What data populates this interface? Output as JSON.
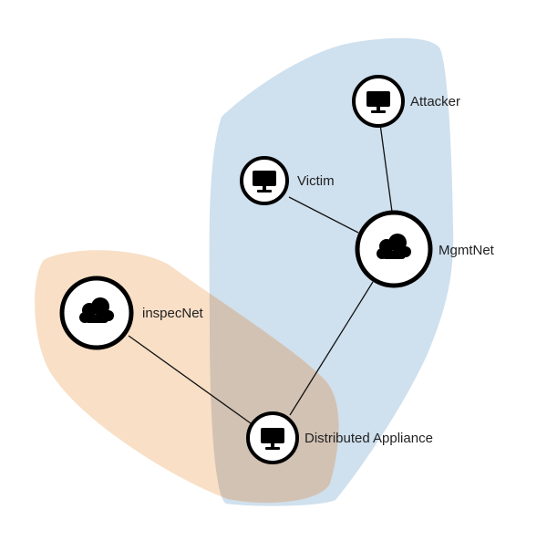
{
  "colors": {
    "mgmt_zone": "#cfe0ee",
    "inspec_zone": "#f8dfc6",
    "overlap": "#d2c2b3",
    "edge": "#111111",
    "node_fill": "#ffffff",
    "node_stroke": "#000000",
    "icon": "#000000"
  },
  "nodes": [
    {
      "id": "attacker",
      "label": "Attacker",
      "icon": "monitor-icon"
    },
    {
      "id": "victim",
      "label": "Victim",
      "icon": "monitor-icon"
    },
    {
      "id": "mgmtnet",
      "label": "MgmtNet",
      "icon": "cloud-icon"
    },
    {
      "id": "inspecnet",
      "label": "inspecNet",
      "icon": "cloud-icon"
    },
    {
      "id": "appliance",
      "label": "Distributed Appliance",
      "icon": "monitor-icon"
    }
  ],
  "edges": [
    {
      "from": "attacker",
      "to": "mgmtnet"
    },
    {
      "from": "victim",
      "to": "mgmtnet"
    },
    {
      "from": "mgmtnet",
      "to": "appliance"
    },
    {
      "from": "inspecnet",
      "to": "appliance"
    }
  ],
  "groups": [
    {
      "id": "mgmt-network-group",
      "members": [
        "attacker",
        "victim",
        "mgmtnet",
        "appliance"
      ]
    },
    {
      "id": "inspec-network-group",
      "members": [
        "inspecnet",
        "appliance"
      ]
    }
  ]
}
